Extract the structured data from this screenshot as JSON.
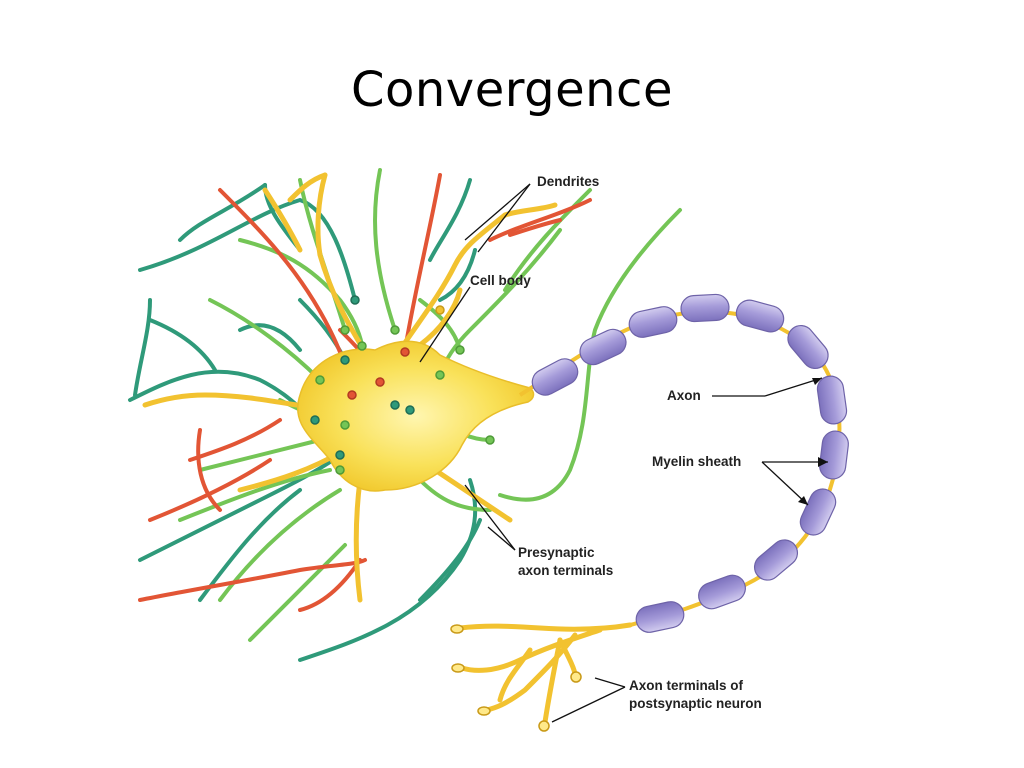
{
  "title": "Convergence",
  "labels": {
    "dendrites": "Dendrites",
    "cell_body": "Cell body",
    "axon": "Axon",
    "myelin_sheath": "Myelin sheath",
    "presynaptic_line1": "Presynaptic",
    "presynaptic_line2": "axon terminals",
    "axon_terminals_line1": "Axon terminals of",
    "axon_terminals_line2": "postsynaptic neuron"
  },
  "colors": {
    "cell_body": "#f7dc4a",
    "teal_fibers": "#2f9a7a",
    "green_fibers": "#74c556",
    "red_fibers": "#e25535",
    "myelin": "#9c92d4",
    "terminals": "#f2c230"
  }
}
